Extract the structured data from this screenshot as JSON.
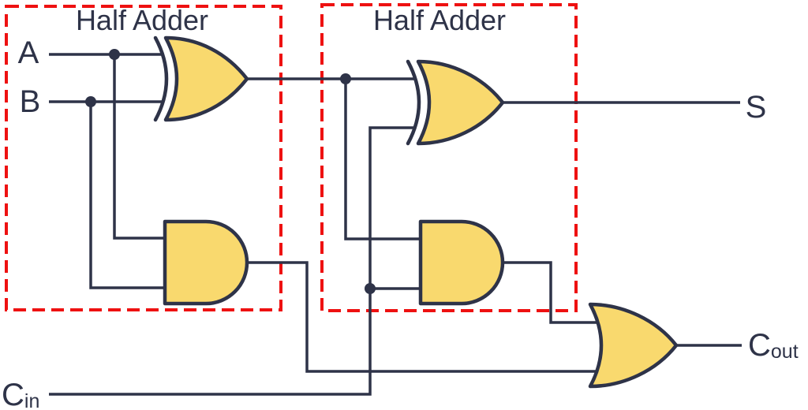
{
  "diagram": {
    "kind": "full-adder-built-from-two-half-adders",
    "blocks": [
      {
        "label": "Half Adder"
      },
      {
        "label": "Half Adder"
      }
    ],
    "inputs": [
      {
        "label": "A"
      },
      {
        "label": "B"
      },
      {
        "label": "C",
        "sub": "in"
      }
    ],
    "outputs": [
      {
        "label": "S"
      },
      {
        "label": "C",
        "sub": "out"
      }
    ],
    "gates": [
      {
        "id": "xor1",
        "type": "XOR"
      },
      {
        "id": "and1",
        "type": "AND"
      },
      {
        "id": "xor2",
        "type": "XOR"
      },
      {
        "id": "and2",
        "type": "AND"
      },
      {
        "id": "or1",
        "type": "OR"
      }
    ]
  },
  "colors": {
    "line": "#2e3348",
    "gate-fill": "#f9d96e",
    "box": "#ee1111",
    "bg": "#ffffff"
  }
}
